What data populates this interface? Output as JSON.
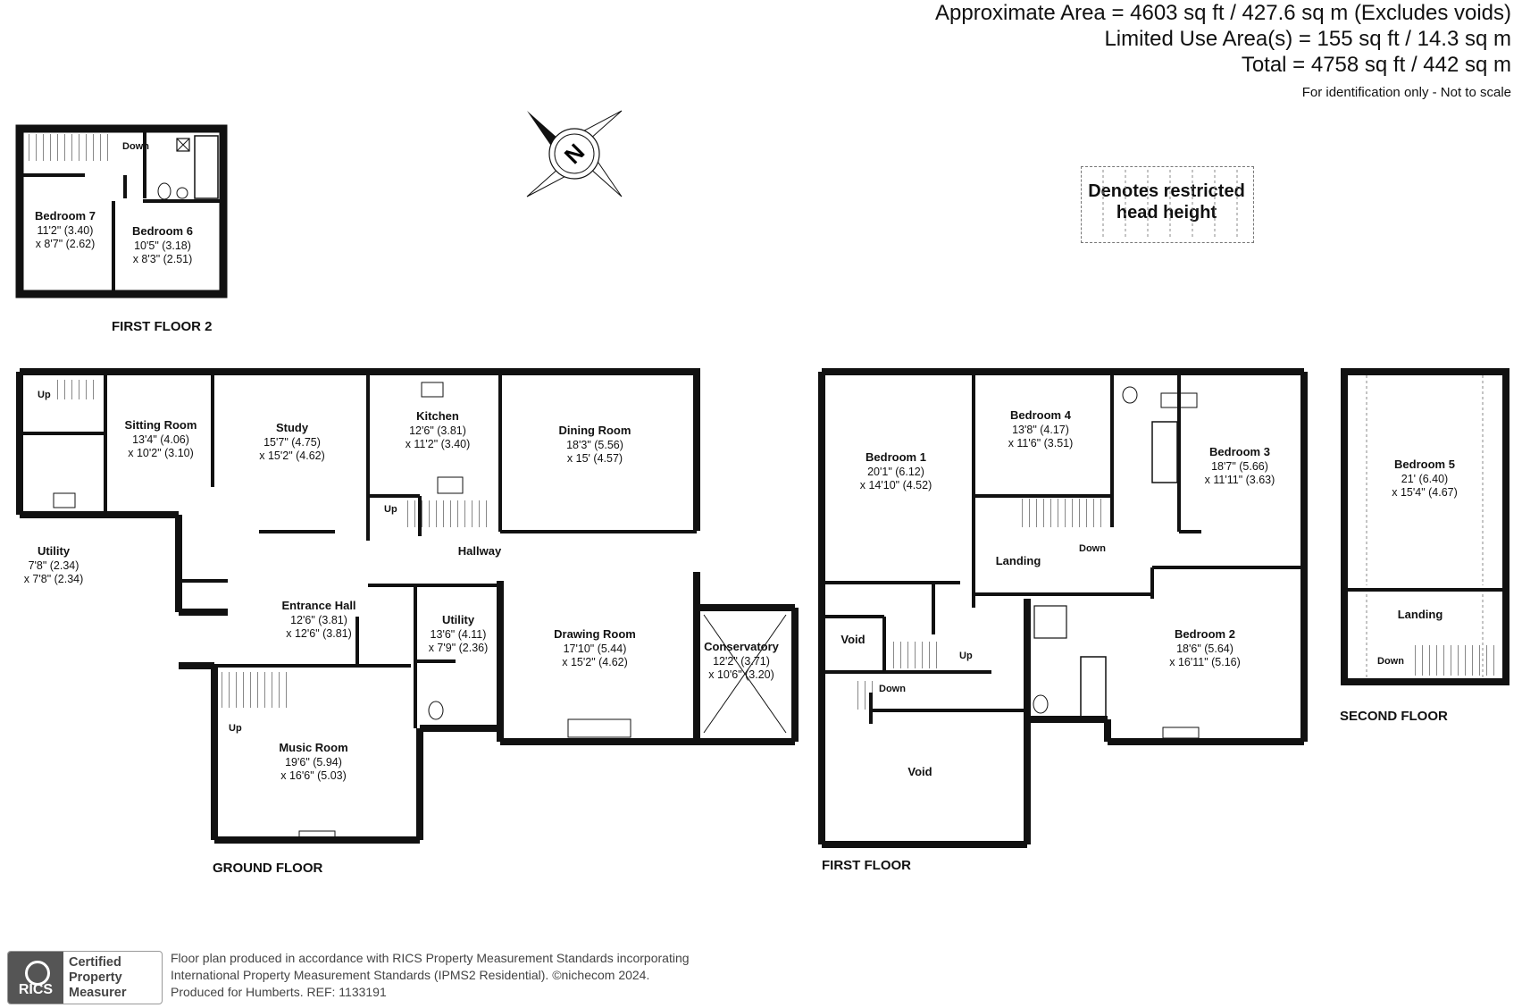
{
  "header": {
    "approx_area": "Approximate Area = 4603 sq ft / 427.6 sq m (Excludes voids)",
    "limited_use": "Limited Use Area(s) = 155 sq ft / 14.3 sq m",
    "total": "Total = 4758 sq ft / 442 sq m",
    "note": "For identification only - Not to scale"
  },
  "compass": {
    "letter": "N"
  },
  "legend": {
    "line1": "Denotes restricted",
    "line2": "head height"
  },
  "floors": {
    "first_floor_2": "FIRST FLOOR 2",
    "ground_floor": "GROUND FLOOR",
    "first_floor": "FIRST FLOOR",
    "second_floor": "SECOND FLOOR"
  },
  "rooms": {
    "bedroom7": {
      "name": "Bedroom 7",
      "d1": "11'2\" (3.40)",
      "d2": "x 8'7\" (2.62)"
    },
    "bedroom6": {
      "name": "Bedroom 6",
      "d1": "10'5\" (3.18)",
      "d2": "x 8'3\" (2.51)"
    },
    "sitting": {
      "name": "Sitting Room",
      "d1": "13'4\" (4.06)",
      "d2": "x 10'2\" (3.10)"
    },
    "study": {
      "name": "Study",
      "d1": "15'7\" (4.75)",
      "d2": "x 15'2\" (4.62)"
    },
    "kitchen": {
      "name": "Kitchen",
      "d1": "12'6\" (3.81)",
      "d2": "x 11'2\" (3.40)"
    },
    "dining": {
      "name": "Dining Room",
      "d1": "18'3\" (5.56)",
      "d2": "x 15' (4.57)"
    },
    "utility_left": {
      "name": "Utility",
      "d1": "7'8\" (2.34)",
      "d2": "x 7'8\" (2.34)"
    },
    "hallway": {
      "name": "Hallway"
    },
    "entrance": {
      "name": "Entrance Hall",
      "d1": "12'6\" (3.81)",
      "d2": "x 12'6\" (3.81)"
    },
    "utility_mid": {
      "name": "Utility",
      "d1": "13'6\" (4.11)",
      "d2": "x 7'9\" (2.36)"
    },
    "drawing": {
      "name": "Drawing Room",
      "d1": "17'10\" (5.44)",
      "d2": "x 15'2\" (4.62)"
    },
    "conservatory": {
      "name": "Conservatory",
      "d1": "12'2\" (3.71)",
      "d2": "x 10'6\" (3.20)"
    },
    "music": {
      "name": "Music Room",
      "d1": "19'6\" (5.94)",
      "d2": "x 16'6\" (5.03)"
    },
    "bedroom1": {
      "name": "Bedroom 1",
      "d1": "20'1\" (6.12)",
      "d2": "x 14'10\" (4.52)"
    },
    "bedroom4": {
      "name": "Bedroom 4",
      "d1": "13'8\" (4.17)",
      "d2": "x 11'6\" (3.51)"
    },
    "bedroom3": {
      "name": "Bedroom 3",
      "d1": "18'7\" (5.66)",
      "d2": "x 11'11\" (3.63)"
    },
    "landing1": {
      "name": "Landing"
    },
    "bedroom2": {
      "name": "Bedroom 2",
      "d1": "18'6\" (5.64)",
      "d2": "x 16'11\" (5.16)"
    },
    "void_small": {
      "name": "Void"
    },
    "void_large": {
      "name": "Void"
    },
    "bedroom5": {
      "name": "Bedroom 5",
      "d1": "21' (6.40)",
      "d2": "x 15'4\" (4.67)"
    },
    "landing2": {
      "name": "Landing"
    }
  },
  "stairs": {
    "up": "Up",
    "down": "Down"
  },
  "footer": {
    "line1": "Floor plan produced in accordance with RICS Property Measurement Standards incorporating",
    "line2": "International Property Measurement Standards (IPMS2 Residential).   ©nichecom 2024.",
    "line3": "Produced for Humberts.    REF: 1133191"
  },
  "badge": {
    "org": "RICS",
    "line1": "Certified",
    "line2": "Property",
    "line3": "Measurer"
  }
}
